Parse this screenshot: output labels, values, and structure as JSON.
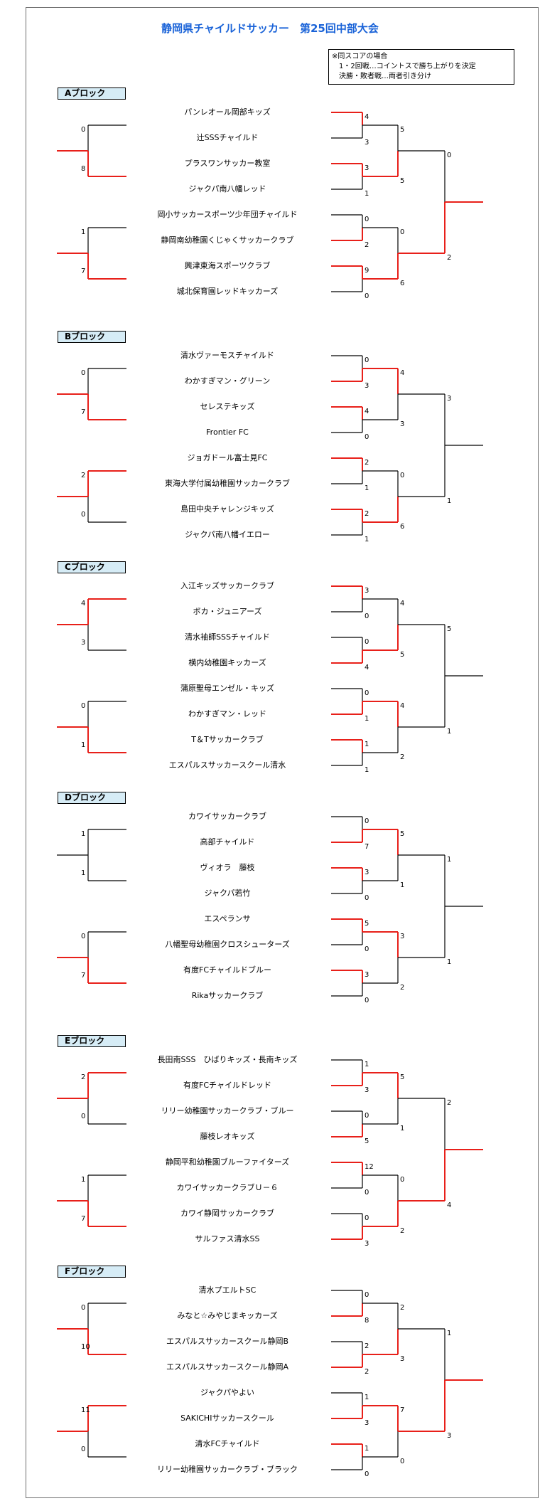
{
  "title": "静岡県チャイルドサッカー　第25回中部大会",
  "note": [
    "※同スコアの場合",
    "　1・2回戦…コイントスで勝ち上がりを決定",
    "　決勝・敗者戦…両者引き分け"
  ],
  "colors": {
    "win": "#e8201a",
    "line": "#000000",
    "title": "#1a63d8",
    "label_bg": "#d6ecf6"
  },
  "blocks": [
    {
      "name": "Aブロック",
      "teams": [
        "パンレオール岡部キッズ",
        "辻SSSチャイルド",
        "プラスワンサッカー教室",
        "ジャクパ南八幡レッド",
        "岡小サッカースポーツ少年団チャイルド",
        "静岡南幼稚園くじゃくサッカークラブ",
        "興津東海スポーツクラブ",
        "城北保育園レッドキッカーズ"
      ],
      "r1": [
        {
          "s": [
            "4",
            "3"
          ],
          "w": 0
        },
        {
          "s": [
            "3",
            "1"
          ],
          "w": 0
        },
        {
          "s": [
            "0",
            "2"
          ],
          "w": 1
        },
        {
          "s": [
            "9",
            "0"
          ],
          "w": 0
        }
      ],
      "r2": [
        {
          "s": [
            "5",
            "5"
          ],
          "w": 1
        },
        {
          "s": [
            "0",
            "6"
          ],
          "w": 1
        }
      ],
      "fin": {
        "s": [
          "0",
          "2"
        ],
        "w": 1
      },
      "loser": {
        "s": [
          "0",
          "8"
        ],
        "w": 1
      },
      "loser2": {
        "s": [
          "1",
          "7"
        ],
        "w": 1
      }
    },
    {
      "name": "Bブロック",
      "teams": [
        "清水ヴァーモスチャイルド",
        "わかすぎマン・グリーン",
        "セレステキッズ",
        "Frontier FC",
        "ジョガドール富士見FC",
        "東海大学付属幼稚園サッカークラブ",
        "島田中央チャレンジキッズ",
        "ジャクパ南八幡イエロー"
      ],
      "r1": [
        {
          "s": [
            "0",
            "3"
          ],
          "w": 1
        },
        {
          "s": [
            "4",
            "0"
          ],
          "w": 0
        },
        {
          "s": [
            "2",
            "1"
          ],
          "w": 0
        },
        {
          "s": [
            "2",
            "1"
          ],
          "w": 0
        }
      ],
      "r2": [
        {
          "s": [
            "4",
            "3"
          ],
          "w": 0
        },
        {
          "s": [
            "0",
            "6"
          ],
          "w": 1
        }
      ],
      "fin": {
        "s": [
          "3",
          "1"
        ],
        "w": -1
      },
      "loser": {
        "s": [
          "0",
          "7"
        ],
        "w": 1
      },
      "loser2": {
        "s": [
          "2",
          "0"
        ],
        "w": 0
      }
    },
    {
      "name": "Cブロック",
      "teams": [
        "入江キッズサッカークラブ",
        "ボカ・ジュニアーズ",
        "清水袖師SSSチャイルド",
        "横内幼稚園キッカーズ",
        "蒲原聖母エンゼル・キッズ",
        "わかすぎマン・レッド",
        "T＆Tサッカークラブ",
        "エスパルスサッカースクール清水"
      ],
      "r1": [
        {
          "s": [
            "3",
            "0"
          ],
          "w": 0
        },
        {
          "s": [
            "0",
            "4"
          ],
          "w": 1
        },
        {
          "s": [
            "0",
            "1"
          ],
          "w": 1
        },
        {
          "s": [
            "1",
            "1"
          ],
          "w": 0
        }
      ],
      "r2": [
        {
          "s": [
            "4",
            "5"
          ],
          "w": 1
        },
        {
          "s": [
            "4",
            "2"
          ],
          "w": 0
        }
      ],
      "fin": {
        "s": [
          "5",
          "1"
        ],
        "w": -1
      },
      "loser": {
        "s": [
          "4",
          "3"
        ],
        "w": 0
      },
      "loser2": {
        "s": [
          "0",
          "1"
        ],
        "w": 1
      }
    },
    {
      "name": "Dブロック",
      "teams": [
        "カワイサッカークラブ",
        "高部チャイルド",
        "ヴィオラ　藤枝",
        "ジャクパ若竹",
        "エスペランサ",
        "八幡聖母幼稚園クロスシューターズ",
        "有度FCチャイルドブルー",
        "Rikaサッカークラブ"
      ],
      "r1": [
        {
          "s": [
            "0",
            "7"
          ],
          "w": 1
        },
        {
          "s": [
            "3",
            "0"
          ],
          "w": 0
        },
        {
          "s": [
            "5",
            "0"
          ],
          "w": 0
        },
        {
          "s": [
            "3",
            "0"
          ],
          "w": 0
        }
      ],
      "r2": [
        {
          "s": [
            "5",
            "1"
          ],
          "w": 0
        },
        {
          "s": [
            "3",
            "2"
          ],
          "w": 0
        }
      ],
      "fin": {
        "s": [
          "1",
          "1"
        ],
        "w": -1
      },
      "loser": {
        "s": [
          "1",
          "1"
        ],
        "w": -1
      },
      "loser2": {
        "s": [
          "0",
          "7"
        ],
        "w": 1
      }
    },
    {
      "name": "Eブロック",
      "teams": [
        "長田南SSS　ひばりキッズ・長南キッズ",
        "有度FCチャイルドレッド",
        "リリー幼稚園サッカークラブ・ブルー",
        "藤枝レオキッズ",
        "静岡平和幼稚園ブルーファイターズ",
        "カワイサッカークラブＵ－６",
        "カワイ静岡サッカークラブ",
        "サルファス清水SS"
      ],
      "r1": [
        {
          "s": [
            "1",
            "3"
          ],
          "w": 1
        },
        {
          "s": [
            "0",
            "5"
          ],
          "w": 1
        },
        {
          "s": [
            "12",
            "0"
          ],
          "w": 0
        },
        {
          "s": [
            "0",
            "3"
          ],
          "w": 1
        }
      ],
      "r2": [
        {
          "s": [
            "5",
            "1"
          ],
          "w": 0
        },
        {
          "s": [
            "0",
            "2"
          ],
          "w": 1
        }
      ],
      "fin": {
        "s": [
          "2",
          "4"
        ],
        "w": 1
      },
      "loser": {
        "s": [
          "2",
          "0"
        ],
        "w": 0
      },
      "loser2": {
        "s": [
          "1",
          "7"
        ],
        "w": 1
      }
    },
    {
      "name": "Fブロック",
      "teams": [
        "清水プエルトSC",
        "みなと☆みやじまキッカーズ",
        "エスパルスサッカースクール静岡B",
        "エスパルスサッカースクール静岡A",
        "ジャクパやよい",
        "SAKICHIサッカースクール",
        "清水FCチャイルド",
        "リリー幼稚園サッカークラブ・ブラック"
      ],
      "r1": [
        {
          "s": [
            "0",
            "8"
          ],
          "w": 1
        },
        {
          "s": [
            "2",
            "2"
          ],
          "w": 1
        },
        {
          "s": [
            "1",
            "3"
          ],
          "w": 1
        },
        {
          "s": [
            "1",
            "0"
          ],
          "w": 0
        }
      ],
      "r2": [
        {
          "s": [
            "2",
            "3"
          ],
          "w": 1
        },
        {
          "s": [
            "7",
            "0"
          ],
          "w": 0
        }
      ],
      "fin": {
        "s": [
          "1",
          "3"
        ],
        "w": 1
      },
      "loser": {
        "s": [
          "0",
          "10"
        ],
        "w": 1
      },
      "loser2": {
        "s": [
          "11",
          "0"
        ],
        "w": 0
      }
    }
  ]
}
